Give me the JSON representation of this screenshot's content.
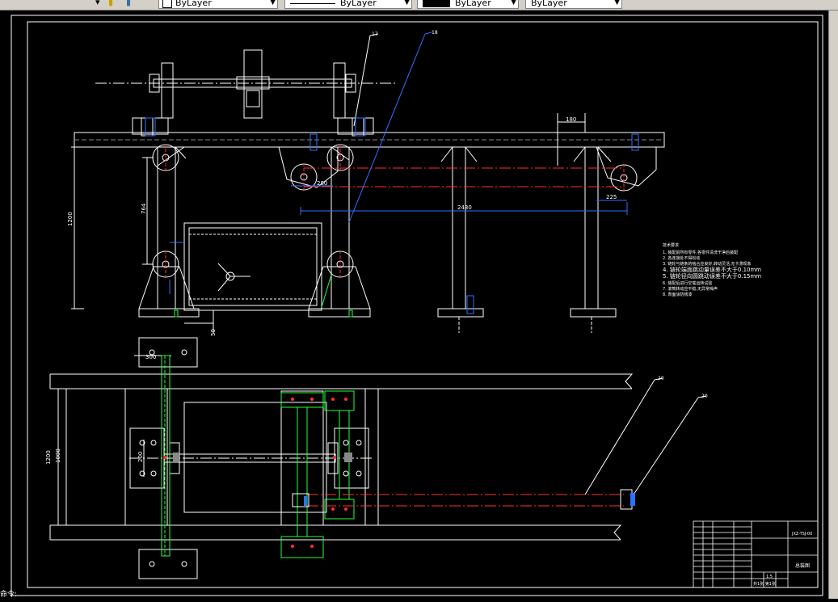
{
  "toolbar": {
    "layer_color": "ByLayer",
    "linetype": "ByLayer",
    "lineweight": "ByLayer",
    "plotstyle": "ByLayer"
  },
  "drawing": {
    "dims": {
      "d180": "180",
      "d764": "764",
      "d1200": "1200",
      "d280": "280",
      "d225": "225",
      "d2430": "2430",
      "d50": "50",
      "d300": "300",
      "d200": "200",
      "d1200b": "1200",
      "d1000": "1000"
    },
    "balloons": {
      "b17": "17",
      "b18": "18",
      "b20": "20",
      "b20b": "20"
    },
    "notes": [
      "技术要求",
      "1. 装配前所有零件,各零件清洗干净后装配",
      "2. 各连接处不得松动",
      "3. 链轮与链条的啮合应良好,转动灵活,无卡滞现象",
      "4. 链轮端面跳动量误差不大于0.10mm",
      "5. 链轮径向圆跳动误差不大于0.15mm",
      "6. 装配后进行空载运转试验",
      "7. 滚筒转动应平稳,无异常噪声",
      "8. 表面涂防锈漆"
    ],
    "title_block": {
      "doc_no": "JXZ-TSJ-00",
      "drawing_name": "总装图",
      "scale": "1:5",
      "sheet": "共1张 第1张"
    },
    "status_text": "命令:"
  }
}
